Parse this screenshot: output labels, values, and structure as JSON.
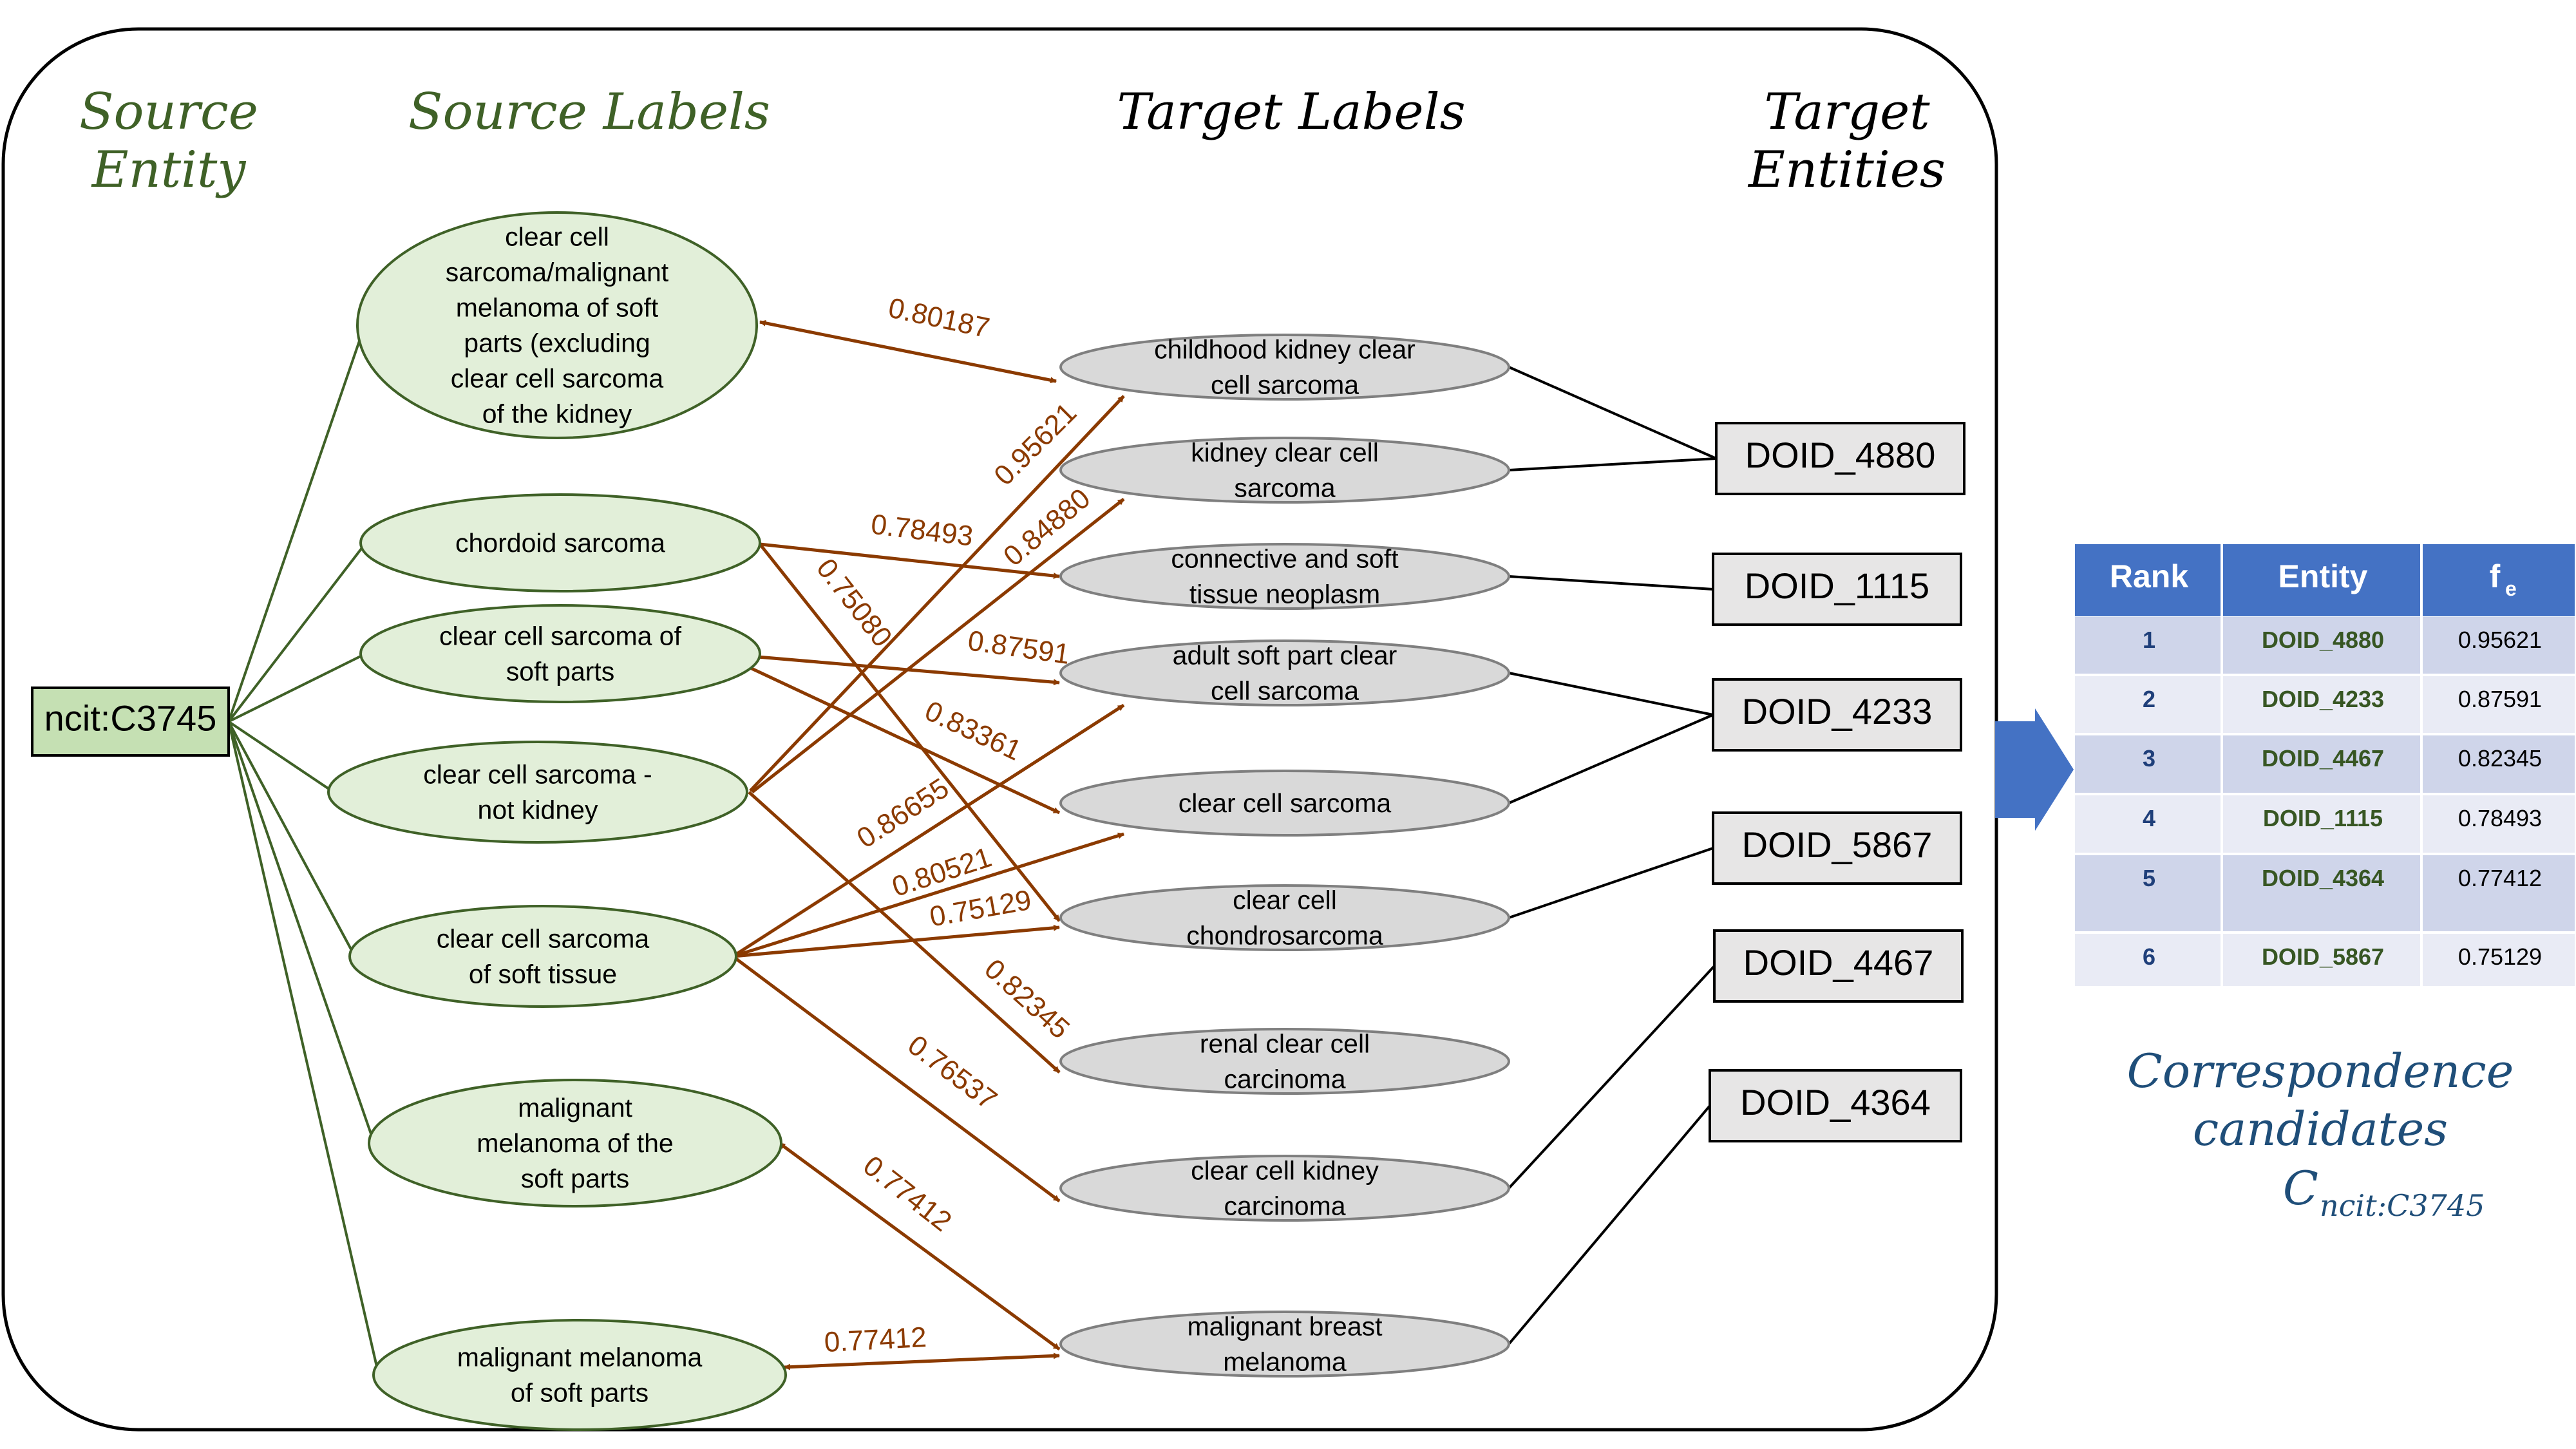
{
  "headers": {
    "source_entity": [
      "Source",
      "Entity"
    ],
    "source_labels": "Source Labels",
    "target_labels": "Target Labels",
    "target_entities": [
      "Target",
      "Entities"
    ]
  },
  "source_entity": "ncit:C3745",
  "source_labels": [
    [
      "clear cell",
      "sarcoma/malignant",
      "melanoma of soft",
      "parts (excluding",
      "clear cell sarcoma",
      "of the kidney"
    ],
    [
      "chordoid sarcoma"
    ],
    [
      "clear cell sarcoma of",
      "soft parts"
    ],
    [
      "clear cell sarcoma -",
      "not kidney"
    ],
    [
      "clear cell sarcoma",
      "of soft tissue"
    ],
    [
      "malignant",
      "melanoma of the",
      "soft parts"
    ],
    [
      "malignant melanoma",
      "of soft parts"
    ]
  ],
  "target_labels": [
    [
      "childhood kidney clear",
      "cell sarcoma"
    ],
    [
      "kidney clear cell",
      "sarcoma"
    ],
    [
      "connective and soft",
      "tissue neoplasm"
    ],
    [
      "adult soft part clear",
      "cell sarcoma"
    ],
    [
      "clear cell sarcoma"
    ],
    [
      "clear cell",
      "chondrosarcoma"
    ],
    [
      "renal clear cell",
      "carcinoma"
    ],
    [
      "clear cell kidney",
      "carcinoma"
    ],
    [
      "malignant breast",
      "melanoma"
    ]
  ],
  "target_entities": [
    "DOID_4880",
    "DOID_1115",
    "DOID_4233",
    "DOID_5867",
    "DOID_4467",
    "DOID_4364"
  ],
  "scores": [
    "0.80187",
    "0.95621",
    "0.78493",
    "0.84880",
    "0.75080",
    "0.87591",
    "0.83361",
    "0.86655",
    "0.80521",
    "0.75129",
    "0.82345",
    "0.76537",
    "0.77412",
    "0.77412"
  ],
  "table": {
    "headers": [
      "Rank",
      "Entity",
      "f",
      "e"
    ],
    "rows": [
      [
        "1",
        "DOID_4880",
        "0.95621"
      ],
      [
        "2",
        "DOID_4233",
        "0.87591"
      ],
      [
        "3",
        "DOID_4467",
        "0.82345"
      ],
      [
        "4",
        "DOID_1115",
        "0.78493"
      ],
      [
        "5",
        "DOID_4364",
        "0.77412"
      ],
      [
        "6",
        "DOID_5867",
        "0.75129"
      ]
    ]
  },
  "candidates": {
    "line1": "Correspondence",
    "line2": "candidates",
    "symbol": "C",
    "subscript": "ncit:C3745"
  },
  "colors": {
    "source_fill": "#e2efd9",
    "source_stroke": "#3f6127",
    "target_fill": "#d9d9d9",
    "arrow": "#8b3a00",
    "table_header": "#4472c4",
    "table_row_a": "#cfd5ea",
    "table_row_b": "#e9ebf5",
    "block_arrow": "#4472c4"
  }
}
